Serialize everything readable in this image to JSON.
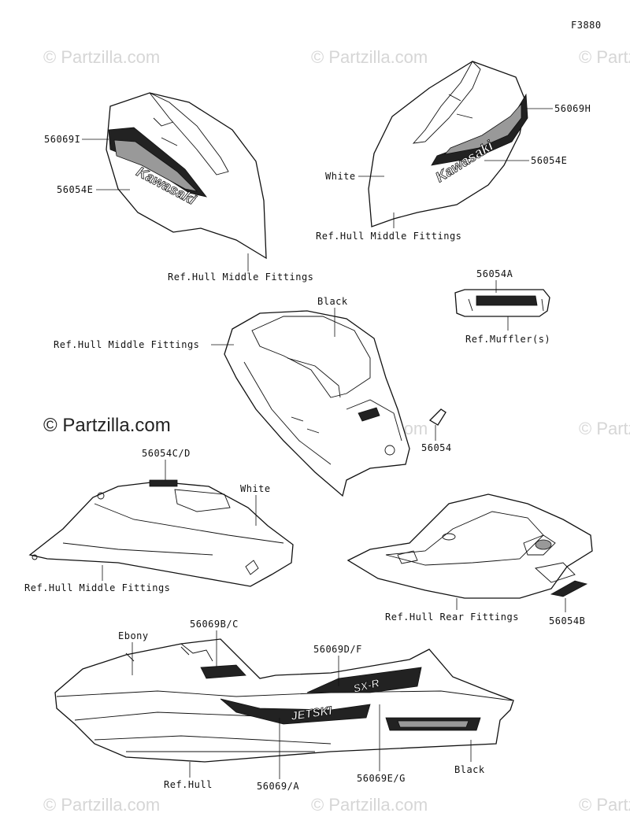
{
  "figure_code": "F3880",
  "watermark": {
    "faint_text": "© Partzilla.com",
    "main_text": "© Partzilla.com"
  },
  "brand_text": {
    "left_panel": "Kawasaki",
    "right_panel": "Kawasaki",
    "hull_logo": "JETSKI",
    "hull_side": "SX-R"
  },
  "callouts": {
    "c_56069I": "56069I",
    "c_56054E_left": "56054E",
    "c_ref_hull_middle_1": "Ref.Hull Middle Fittings",
    "c_56069H": "56069H",
    "c_56054E_right": "56054E",
    "c_white_1": "White",
    "c_ref_hull_middle_2": "Ref.Hull Middle Fittings",
    "c_56054A": "56054A",
    "c_ref_muffler": "Ref.Muffler(s)",
    "c_black_1": "Black",
    "c_ref_hull_middle_3": "Ref.Hull Middle Fittings",
    "c_56054": "56054",
    "c_56054CD": "56054C/D",
    "c_white_2": "White",
    "c_ref_hull_middle_4": "Ref.Hull Middle Fittings",
    "c_ref_hull_rear": "Ref.Hull Rear Fittings",
    "c_56054B": "56054B",
    "c_ebony": "Ebony",
    "c_56069BC": "56069B/C",
    "c_56069DF": "56069D/F",
    "c_ref_hull": "Ref.Hull",
    "c_56069A": "56069/A",
    "c_56069EG": "56069E/G",
    "c_black_2": "Black"
  },
  "colors": {
    "line": "#111111",
    "watermark": "#d6d6d6",
    "decal_dark": "#222222"
  }
}
